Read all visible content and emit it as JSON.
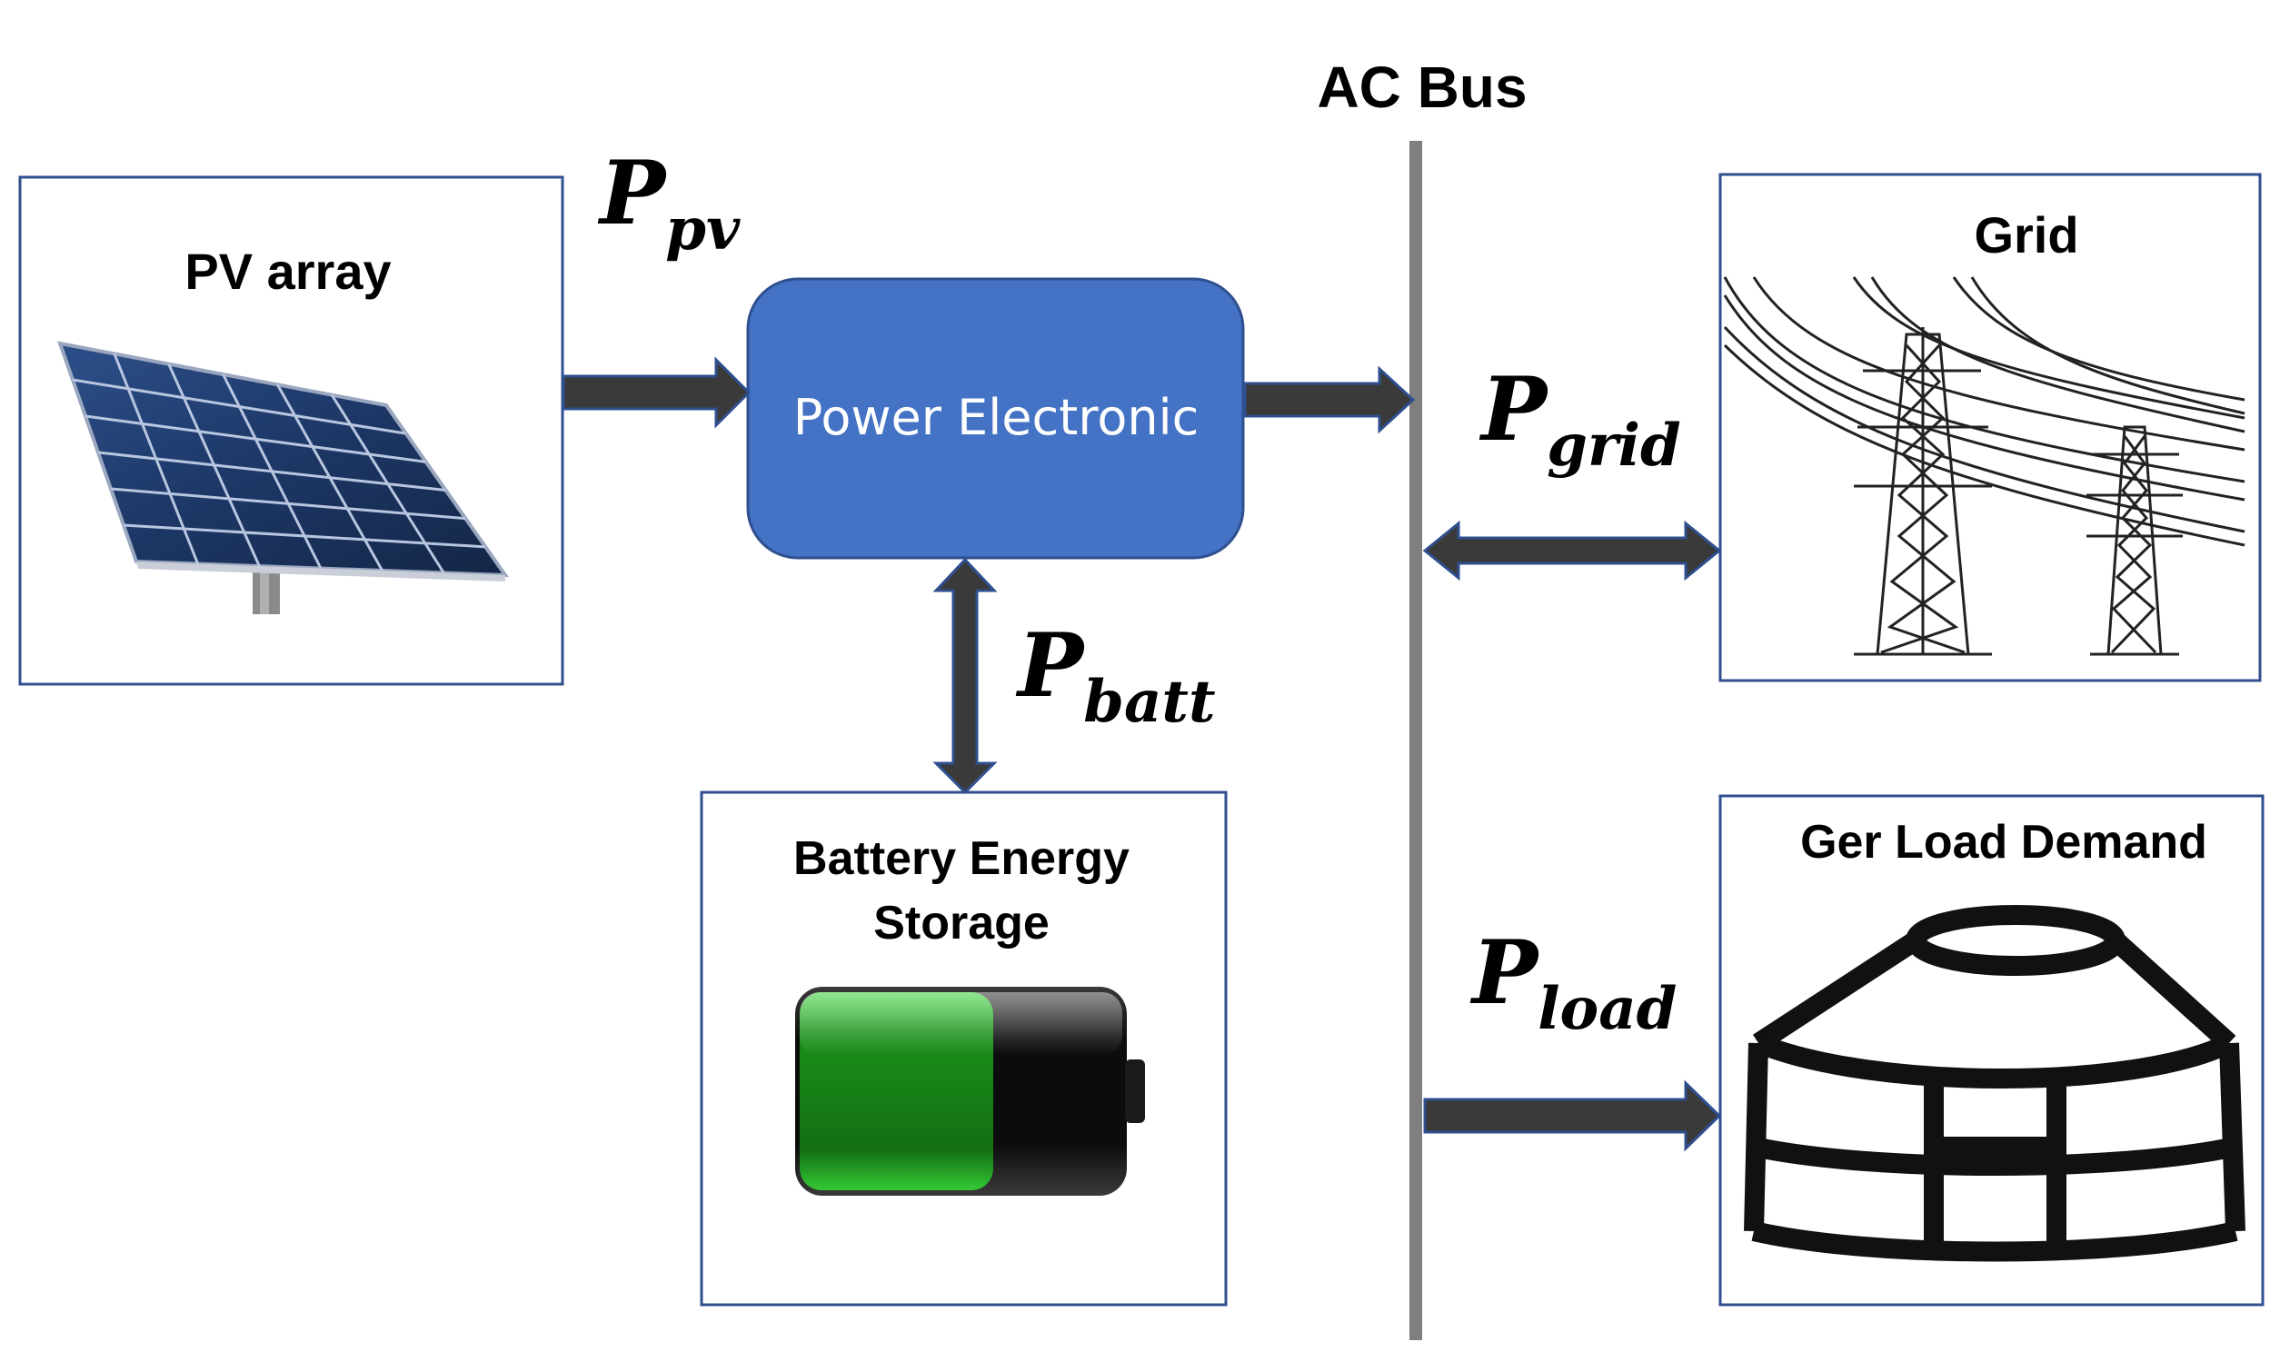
{
  "bus": {
    "label": "AC Bus"
  },
  "nodes": {
    "pv_array": {
      "label": "PV array"
    },
    "power_electronic": {
      "label": "Power Electronic"
    },
    "battery": {
      "label_line1": "Battery Energy",
      "label_line2": "Storage",
      "charge_fraction": 0.6
    },
    "grid": {
      "label": "Grid"
    },
    "load": {
      "label": "Ger Load Demand"
    }
  },
  "flows": {
    "p_pv": {
      "symbol": "P",
      "subscript": "pv"
    },
    "p_batt": {
      "symbol": "P",
      "subscript": "batt"
    },
    "p_grid": {
      "symbol": "P",
      "subscript": "grid"
    },
    "p_load": {
      "symbol": "P",
      "subscript": "load"
    }
  },
  "colors": {
    "power_electronic_fill": "#4472c4",
    "arrow": "#3a3a3a",
    "arrow_outline": "#2f4f8f",
    "bus": "#7f7f7f",
    "box_border": "#2f4f8f",
    "battery_green": "#1ea81e"
  },
  "icons": {
    "pv": "solar-panel-icon",
    "battery": "battery-icon",
    "grid": "transmission-tower-icon",
    "load": "ger-yurt-icon"
  }
}
